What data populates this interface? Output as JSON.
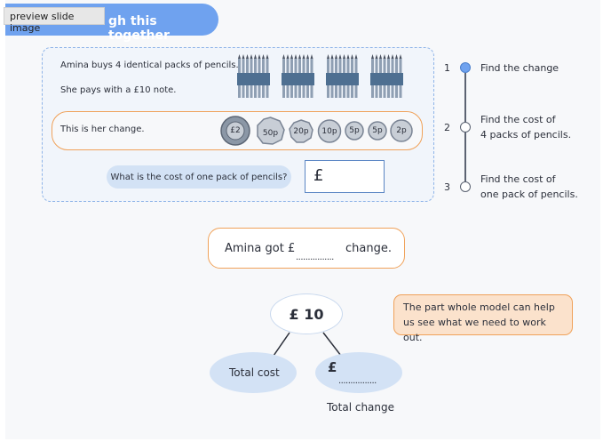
{
  "preview_tag": "preview slide image",
  "title": {
    "partial_text": "gh this together"
  },
  "question": {
    "line1": "Amina buys 4 identical packs of pencils.",
    "line2": "She pays with a £10 note.",
    "change_label": "This is her change.",
    "coins": [
      "£2",
      "50p",
      "20p",
      "10p",
      "5p",
      "5p",
      "2p"
    ],
    "ask": "What is the cost of one pack of pencils?",
    "answer_symbol": "£"
  },
  "steps": [
    {
      "number": "1",
      "line1": "Find the change",
      "line2": ""
    },
    {
      "number": "2",
      "line1": "Find the cost of",
      "line2": "4 packs of pencils."
    },
    {
      "number": "3",
      "line1": "Find the cost of",
      "line2": "one pack of pencils."
    }
  ],
  "sentence": {
    "prefix": "Amina got £",
    "blank": "................",
    "suffix": "change."
  },
  "tip": "The part whole model can help us see what we need to work out.",
  "model": {
    "whole": "£ 10",
    "part_left": "Total cost",
    "part_right_symbol": "£",
    "part_right_blank": "................",
    "part_right_label": "Total change"
  },
  "colors": {
    "accent_blue": "#6fa2ef",
    "accent_orange": "#f0a25a",
    "light_blue": "#d3e2f5",
    "tip_fill": "#fbe2cc"
  }
}
